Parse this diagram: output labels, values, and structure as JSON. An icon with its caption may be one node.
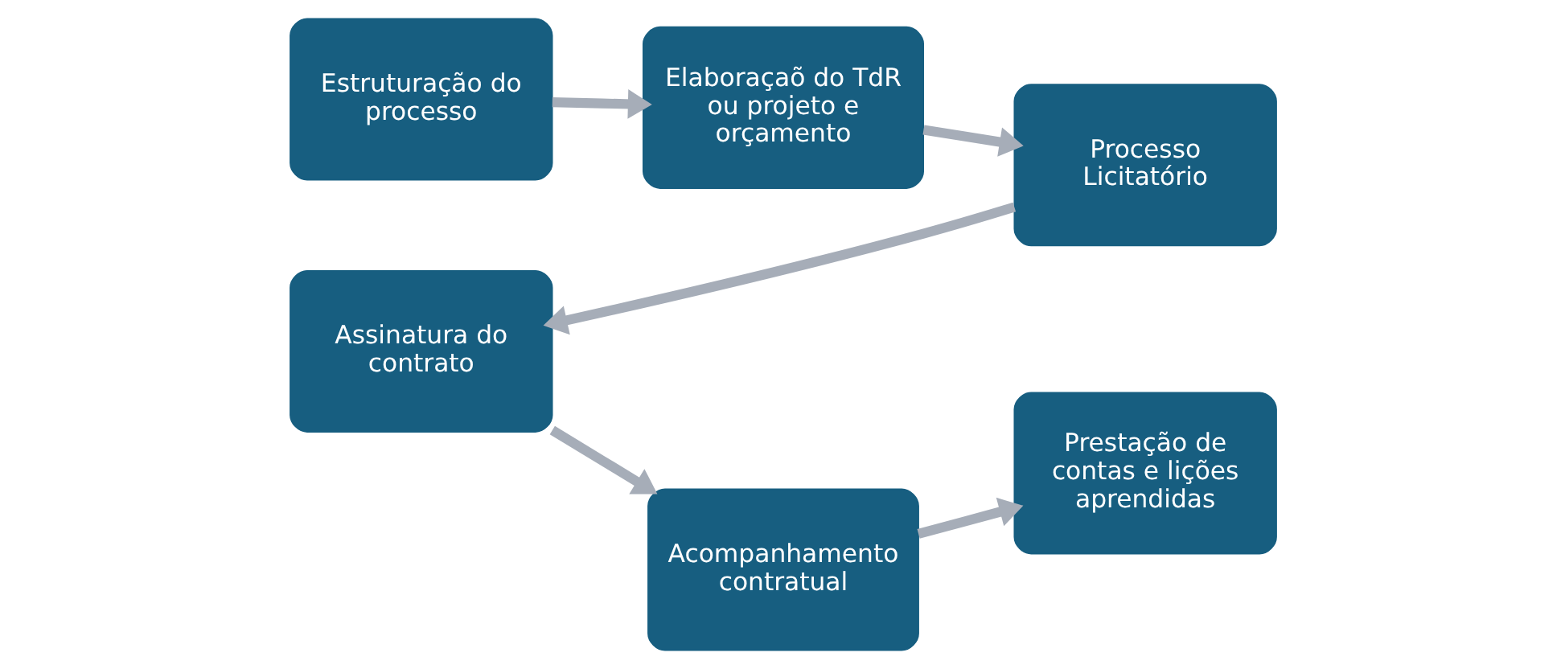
{
  "diagram": {
    "nodes": [
      {
        "text": [
          "Estruturação do processo"
        ]
      },
      {
        "text": [
          "Elaboraçaõ do TdR ou projeto e orçamento"
        ]
      },
      {
        "text": [
          "Processo Licitatório"
        ]
      },
      {
        "text": [
          "Prestação de contas e lições aprendidas"
        ]
      },
      {
        "text": [
          "Acompanhamento contratual"
        ]
      },
      {
        "text": [
          "Assinatura do contrato"
        ]
      }
    ],
    "edges": [
      {
        "from": 0,
        "to": 1,
        "arrow": "to"
      },
      {
        "from": 1,
        "to": 2,
        "arrow": "to"
      },
      {
        "from": 2,
        "to": 5,
        "arrow": "to"
      },
      {
        "from": 5,
        "to": 4,
        "arrow": "to"
      },
      {
        "from": 4,
        "to": 3,
        "arrow": "to"
      }
    ]
  }
}
